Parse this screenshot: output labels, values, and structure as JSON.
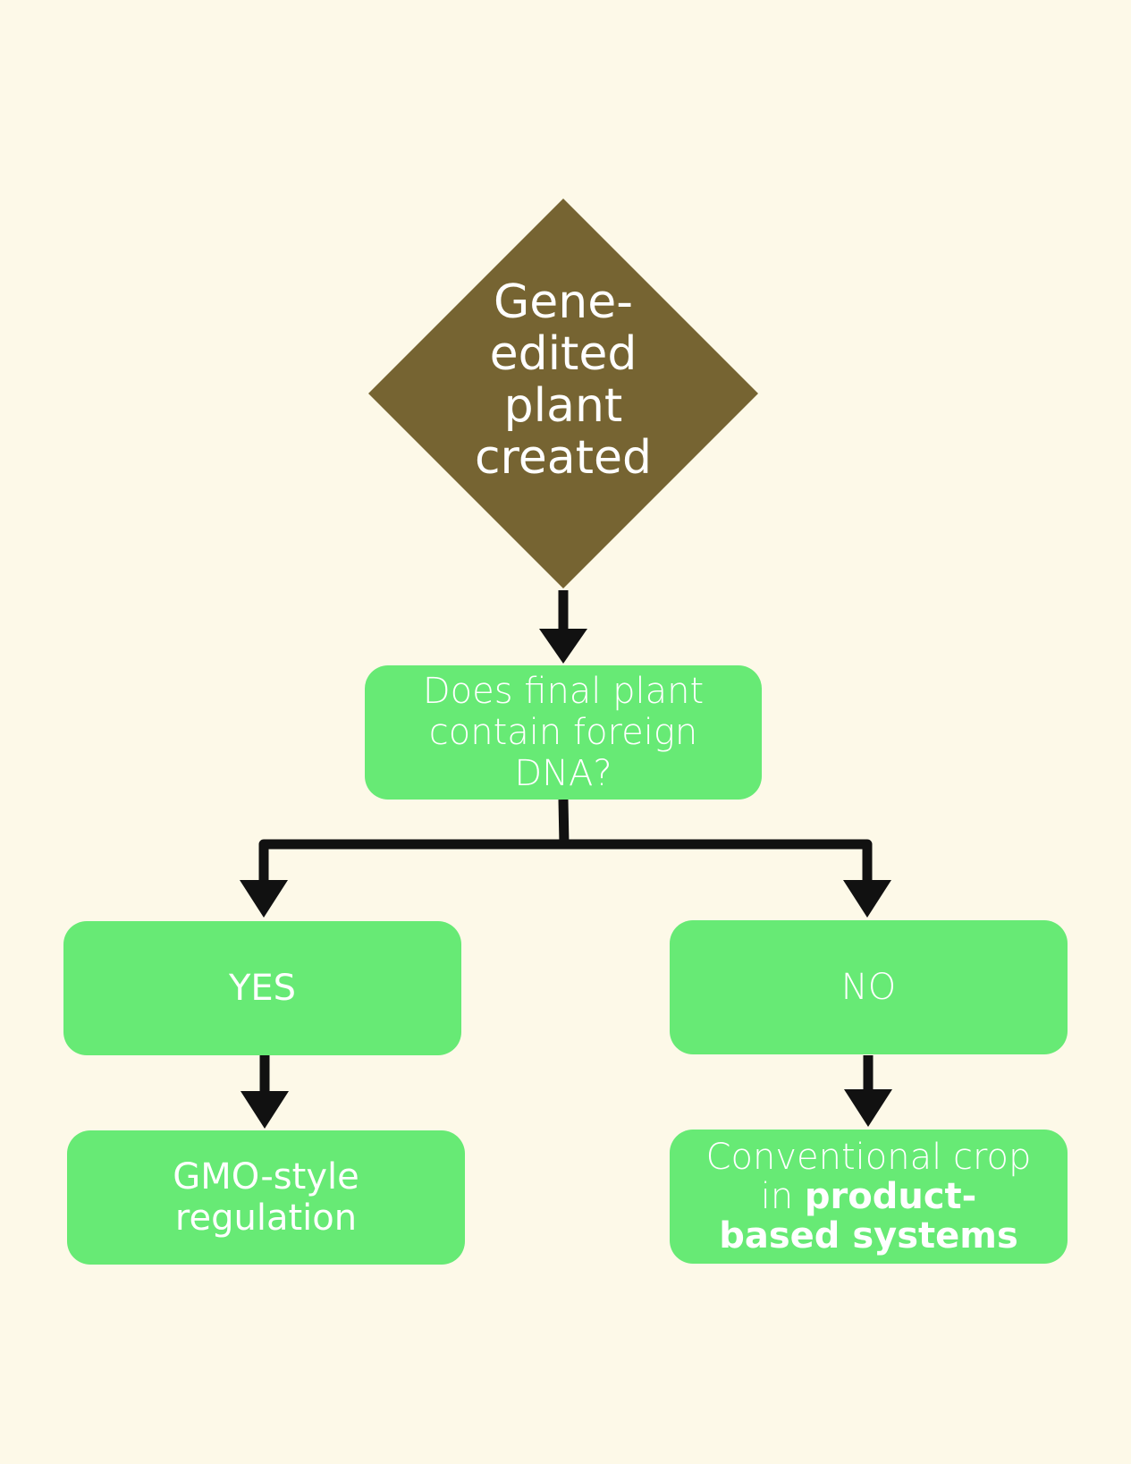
{
  "diagram": {
    "start": {
      "label": "Gene-edited plant created",
      "color": "#766432"
    },
    "question": {
      "label": "Does final plant contain foreign DNA?"
    },
    "yes_branch": {
      "label": "YES",
      "outcome": "GMO-style regulation"
    },
    "no_branch": {
      "label": "NO",
      "outcome_prefix": "Conventional crop in",
      "outcome_emphasis": "product-based systems"
    },
    "colors": {
      "background": "#fdf9e8",
      "box": "#67ea75",
      "arrow": "#111111",
      "text": "#ffffff"
    }
  }
}
